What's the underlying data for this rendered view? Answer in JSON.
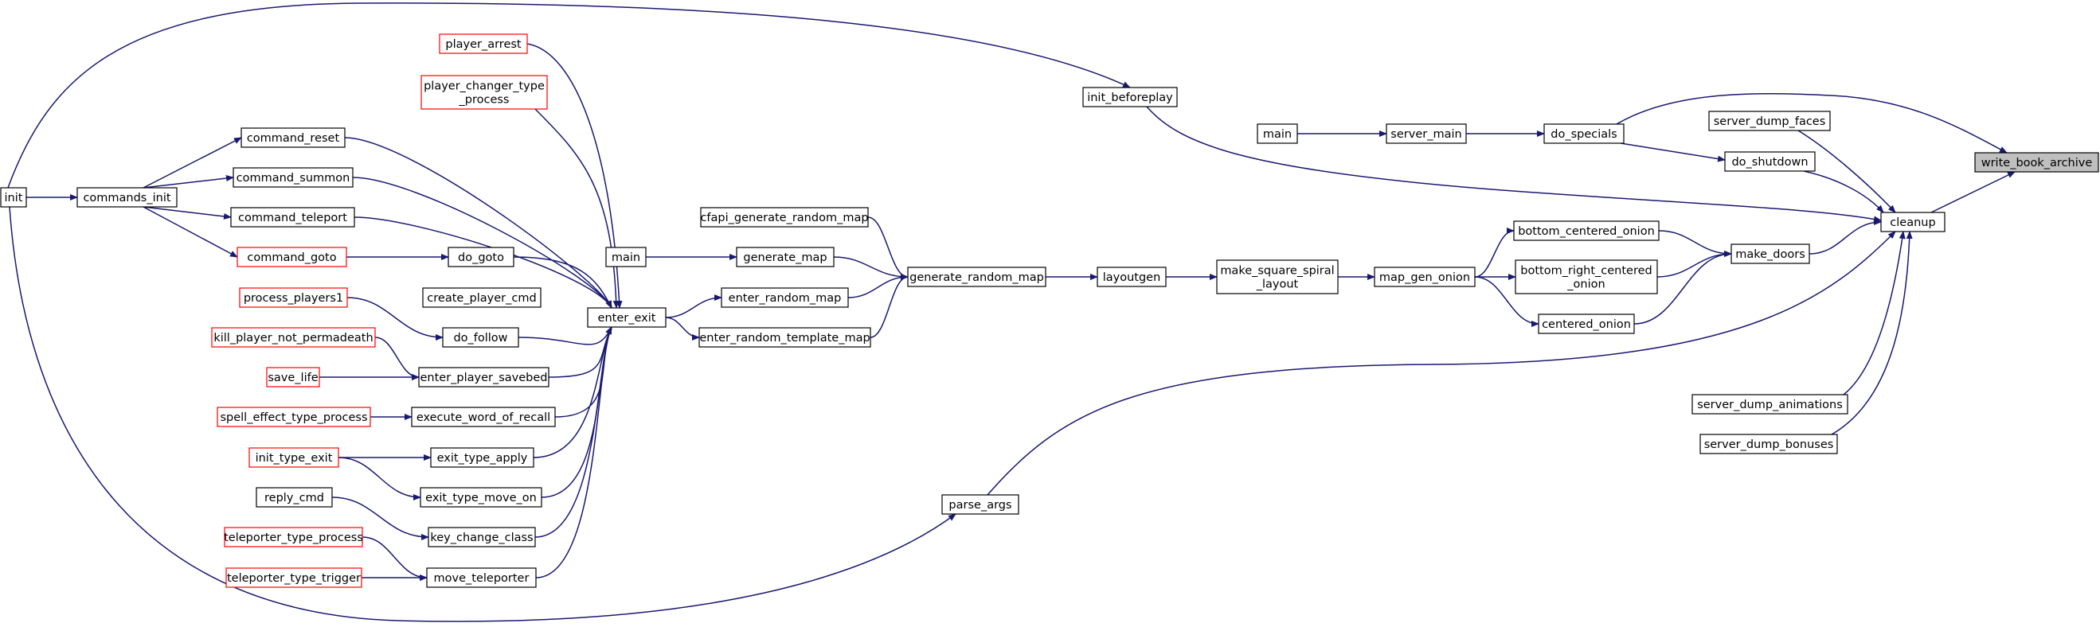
{
  "colors": {
    "edge": "#191970",
    "border": "#000000",
    "external_border": "#ff0000",
    "focus_fill": "#bfbfbf",
    "background": "#ffffff"
  },
  "nodes": {
    "init": {
      "lines": [
        "init"
      ],
      "external": false
    },
    "commands_init": {
      "lines": [
        "commands_init"
      ],
      "external": false
    },
    "command_reset": {
      "lines": [
        "command_reset"
      ],
      "external": false
    },
    "command_summon": {
      "lines": [
        "command_summon"
      ],
      "external": false
    },
    "command_teleport": {
      "lines": [
        "command_teleport"
      ],
      "external": false
    },
    "command_goto": {
      "lines": [
        "command_goto"
      ],
      "external": true
    },
    "player_arrest": {
      "lines": [
        "player_arrest"
      ],
      "external": true
    },
    "player_changer_type_process": {
      "lines": [
        "player_changer_type",
        "_process"
      ],
      "external": true
    },
    "do_goto": {
      "lines": [
        "do_goto"
      ],
      "external": false
    },
    "create_player_cmd": {
      "lines": [
        "create_player_cmd"
      ],
      "external": false
    },
    "process_players1": {
      "lines": [
        "process_players1"
      ],
      "external": true
    },
    "do_follow": {
      "lines": [
        "do_follow"
      ],
      "external": false
    },
    "kill_player_not_permadeath": {
      "lines": [
        "kill_player_not_permadeath"
      ],
      "external": true
    },
    "save_life": {
      "lines": [
        "save_life"
      ],
      "external": true
    },
    "enter_player_savebed": {
      "lines": [
        "enter_player_savebed"
      ],
      "external": false
    },
    "spell_effect_type_process": {
      "lines": [
        "spell_effect_type_process"
      ],
      "external": true
    },
    "execute_word_of_recall": {
      "lines": [
        "execute_word_of_recall"
      ],
      "external": false
    },
    "init_type_exit": {
      "lines": [
        "init_type_exit"
      ],
      "external": true
    },
    "exit_type_apply": {
      "lines": [
        "exit_type_apply"
      ],
      "external": false
    },
    "exit_type_move_on": {
      "lines": [
        "exit_type_move_on"
      ],
      "external": false
    },
    "reply_cmd": {
      "lines": [
        "reply_cmd"
      ],
      "external": false
    },
    "key_change_class": {
      "lines": [
        "key_change_class"
      ],
      "external": false
    },
    "teleporter_type_process": {
      "lines": [
        "teleporter_type_process"
      ],
      "external": true
    },
    "teleporter_type_trigger": {
      "lines": [
        "teleporter_type_trigger"
      ],
      "external": true
    },
    "move_teleporter": {
      "lines": [
        "move_teleporter"
      ],
      "external": false
    },
    "enter_exit": {
      "lines": [
        "enter_exit"
      ],
      "external": false
    },
    "main_a": {
      "lines": [
        "main"
      ],
      "external": false
    },
    "cfapi_generate_random_map": {
      "lines": [
        "cfapi_generate_random_map"
      ],
      "external": false
    },
    "generate_map": {
      "lines": [
        "generate_map"
      ],
      "external": false
    },
    "enter_random_map": {
      "lines": [
        "enter_random_map"
      ],
      "external": false
    },
    "enter_random_template_map": {
      "lines": [
        "enter_random_template_map"
      ],
      "external": false
    },
    "generate_random_map": {
      "lines": [
        "generate_random_map"
      ],
      "external": false
    },
    "layoutgen": {
      "lines": [
        "layoutgen"
      ],
      "external": false
    },
    "make_square_spiral_layout": {
      "lines": [
        "make_square_spiral",
        "_layout"
      ],
      "external": false
    },
    "map_gen_onion": {
      "lines": [
        "map_gen_onion"
      ],
      "external": false
    },
    "bottom_centered_onion": {
      "lines": [
        "bottom_centered_onion"
      ],
      "external": false
    },
    "bottom_right_centered_onion": {
      "lines": [
        "bottom_right_centered",
        "_onion"
      ],
      "external": false
    },
    "centered_onion": {
      "lines": [
        "centered_onion"
      ],
      "external": false
    },
    "make_doors": {
      "lines": [
        "make_doors"
      ],
      "external": false
    },
    "init_beforeplay": {
      "lines": [
        "init_beforeplay"
      ],
      "external": false
    },
    "main_b": {
      "lines": [
        "main"
      ],
      "external": false
    },
    "server_main": {
      "lines": [
        "server_main"
      ],
      "external": false
    },
    "do_specials": {
      "lines": [
        "do_specials"
      ],
      "external": false
    },
    "server_dump_faces": {
      "lines": [
        "server_dump_faces"
      ],
      "external": false
    },
    "do_shutdown": {
      "lines": [
        "do_shutdown"
      ],
      "external": false
    },
    "server_dump_animations": {
      "lines": [
        "server_dump_animations"
      ],
      "external": false
    },
    "server_dump_bonuses": {
      "lines": [
        "server_dump_bonuses"
      ],
      "external": false
    },
    "parse_args": {
      "lines": [
        "parse_args"
      ],
      "external": false
    },
    "cleanup": {
      "lines": [
        "cleanup"
      ],
      "external": false
    },
    "write_book_archive": {
      "lines": [
        "write_book_archive"
      ],
      "external": false,
      "focus": true
    }
  }
}
